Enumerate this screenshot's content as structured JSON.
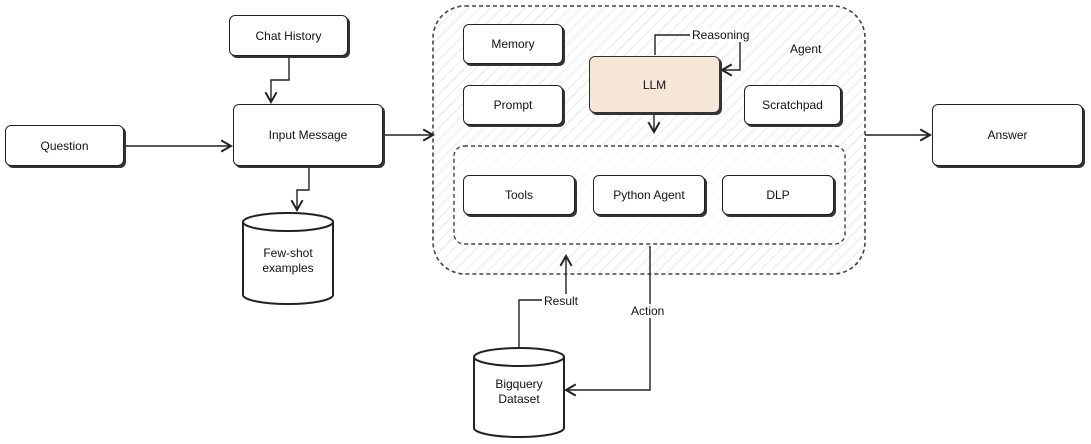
{
  "nodes": {
    "chat_history": "Chat History",
    "question": "Question",
    "input_message": "Input Message",
    "few_shot": [
      "Few-shot",
      "examples"
    ],
    "memory": "Memory",
    "prompt": "Prompt",
    "llm": "LLM",
    "scratchpad": "Scratchpad",
    "agent": "Agent",
    "tools": "Tools",
    "python_agent": "Python Agent",
    "dlp": "DLP",
    "answer": "Answer",
    "bigquery": [
      "Bigquery",
      "Dataset"
    ]
  },
  "edge_labels": {
    "reasoning": "Reasoning",
    "result": "Result",
    "action": "Action"
  },
  "colors": {
    "llm_fill": "#f5e6d8",
    "stroke": "#222222"
  }
}
